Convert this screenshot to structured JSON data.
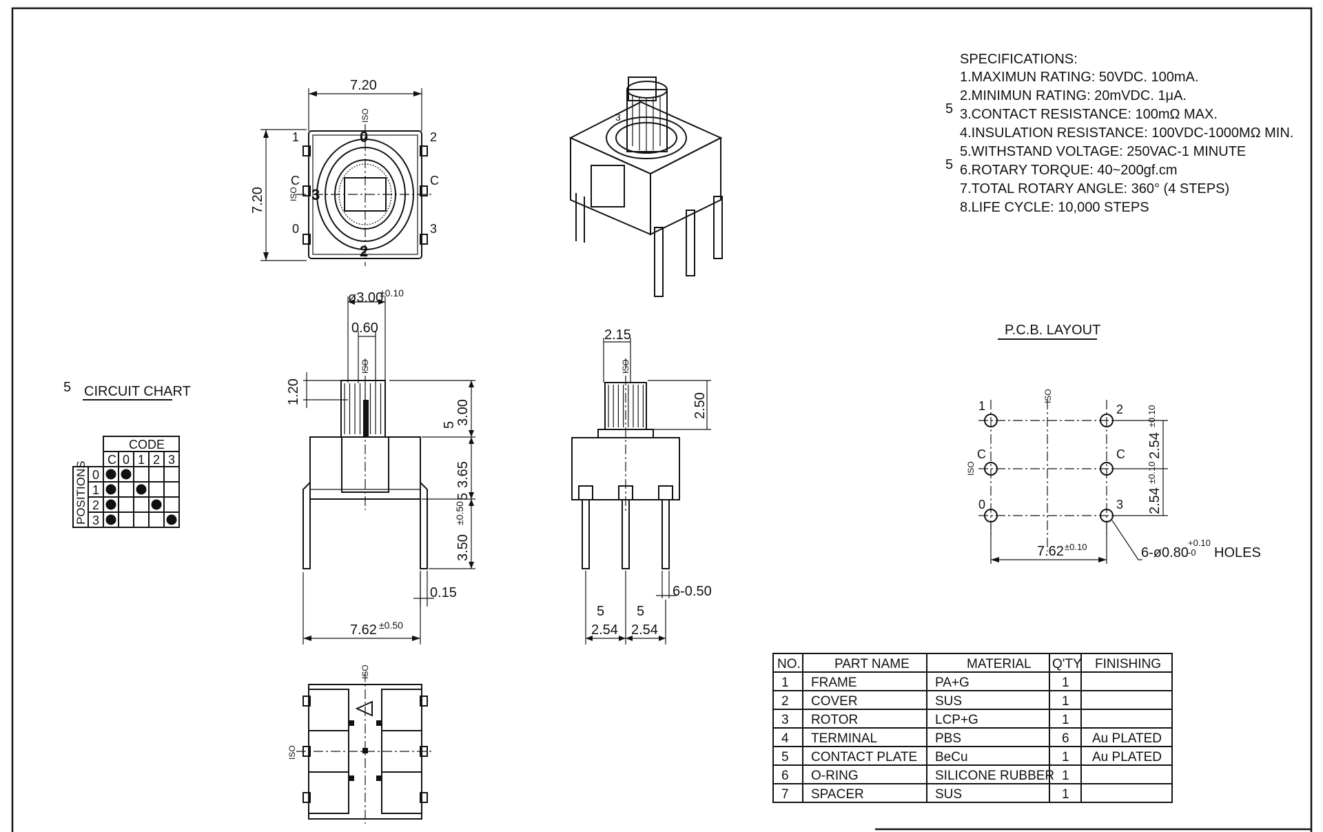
{
  "specifications": {
    "title": "SPECIFICATIONS:",
    "items": [
      "1.MAXIMUN RATING: 50VDC. 100mA.",
      "2.MINIMUN RATING: 20mVDC. 1μA.",
      "3.CONTACT RESISTANCE: 100mΩ MAX.",
      "4.INSULATION RESISTANCE: 100VDC-1000MΩ MIN.",
      "5.WITHSTAND VOLTAGE: 250VAC-1 MINUTE",
      "6.ROTARY TORQUE: 40~200gf.cm",
      "7.TOTAL ROTARY ANGLE: 360° (4 STEPS)",
      "8.LIFE CYCLE: 10,000 STEPS"
    ],
    "markers": [
      "5",
      "5"
    ]
  },
  "circuit_chart": {
    "marker": "5",
    "title": "CIRCUIT CHART",
    "code_label": "CODE",
    "positions_label": "POSITIONS",
    "columns": [
      "C",
      "0",
      "1",
      "2",
      "3"
    ],
    "rows": [
      {
        "pos": "0",
        "dots": [
          true,
          true,
          false,
          false,
          false
        ]
      },
      {
        "pos": "1",
        "dots": [
          true,
          false,
          true,
          false,
          false
        ]
      },
      {
        "pos": "2",
        "dots": [
          true,
          false,
          false,
          true,
          false
        ]
      },
      {
        "pos": "3",
        "dots": [
          true,
          false,
          false,
          false,
          true
        ]
      }
    ]
  },
  "top_view": {
    "width": "7.20",
    "height": "7.20",
    "pins": [
      "1",
      "2",
      "C",
      "C",
      "0",
      "3"
    ],
    "dial": [
      "0",
      "3",
      "2"
    ],
    "marks": [
      "ISO",
      "ISO"
    ]
  },
  "front_view": {
    "shaft_dia": "ø3.00",
    "shaft_dia_tol": "±0.10",
    "slot": "0.60",
    "slot_depth": "1.20",
    "shaft_len": "3.00",
    "body_h": "3.65",
    "pin_len": "3.50",
    "pin_len_tol": "±0.50",
    "pin_gap": "0.15",
    "pitch": "7.62",
    "pitch_tol": "±0.50",
    "markers": [
      "5",
      "5"
    ],
    "mark": "ISO"
  },
  "side_view": {
    "shaft_w": "2.15",
    "shaft_h": "2.50",
    "pin_w": "6-0.50",
    "pitch_a": "2.54",
    "pitch_b": "2.54",
    "markers": [
      "5",
      "5"
    ],
    "mark": "ISO"
  },
  "bottom_view": {
    "marks": [
      "ISO",
      "ISO"
    ]
  },
  "pcb_layout": {
    "title": "P.C.B. LAYOUT",
    "labels": [
      "1",
      "2",
      "C",
      "C",
      "0",
      "3"
    ],
    "pitch_v1": "2.54",
    "pitch_v1_tol": "±0.10",
    "pitch_v2": "2.54",
    "pitch_v2_tol": "±0.10",
    "pitch_h": "7.62",
    "pitch_h_tol": "±0.10",
    "holes": "6-ø0.80",
    "holes_tol_top": "+0.10",
    "holes_tol_bottom": "-0",
    "holes_suffix": "HOLES",
    "mark": "ISO",
    "mark2": "ISO"
  },
  "bom": {
    "headers": [
      "NO.",
      "PART NAME",
      "MATERIAL",
      "Q'TY",
      "FINISHING"
    ],
    "rows": [
      [
        "1",
        "FRAME",
        "PA+G",
        "1",
        ""
      ],
      [
        "2",
        "COVER",
        "SUS",
        "1",
        ""
      ],
      [
        "3",
        "ROTOR",
        "LCP+G",
        "1",
        ""
      ],
      [
        "4",
        "TERMINAL",
        "PBS",
        "6",
        "Au PLATED"
      ],
      [
        "5",
        "CONTACT PLATE",
        "BeCu",
        "1",
        "Au PLATED"
      ],
      [
        "6",
        "O-RING",
        "SILICONE RUBBER",
        "1",
        ""
      ],
      [
        "7",
        "SPACER",
        "SUS",
        "1",
        ""
      ]
    ]
  }
}
